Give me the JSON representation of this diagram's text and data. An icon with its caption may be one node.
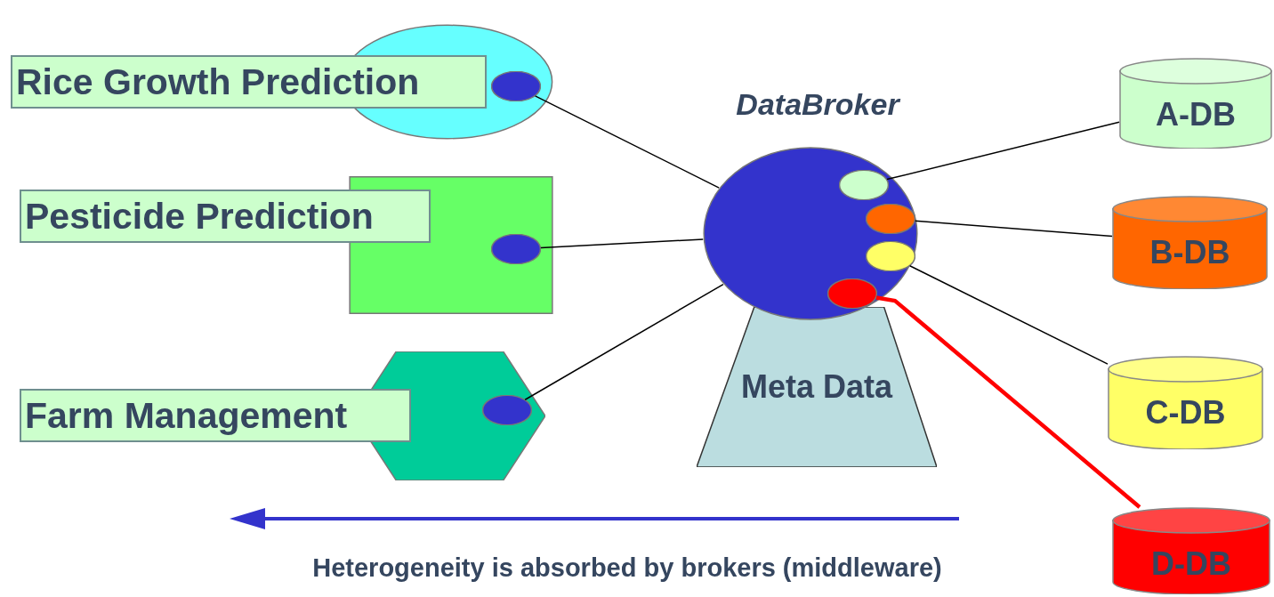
{
  "diagram": {
    "caption": "Heterogeneity is absorbed by brokers (middleware)",
    "nodes": [
      {
        "text": [
          "Rice Growth Prediction"
        ]
      },
      {
        "text": [],
        "shape": "circle"
      },
      {
        "text": [],
        "shape": "circle",
        "in": 1
      },
      {
        "text": [
          "Pesticide Prediction"
        ]
      },
      {
        "text": [],
        "shape": "box"
      },
      {
        "text": [],
        "shape": "circle",
        "in": 4
      },
      {
        "text": [
          "Farm Management"
        ]
      },
      {
        "text": [],
        "shape": "hexagon"
      },
      {
        "text": [],
        "shape": "circle",
        "in": 7
      },
      {
        "text": [
          "DataBroker"
        ]
      },
      {
        "text": [],
        "shape": "circle",
        "in": 9
      },
      {
        "text": [],
        "shape": "circle",
        "in": 9
      },
      {
        "text": [],
        "shape": "circle",
        "in": 9
      },
      {
        "text": [],
        "shape": "circle",
        "in": 9
      },
      {
        "text": [
          "Meta Data"
        ]
      },
      {
        "text": [
          "A-DB"
        ]
      },
      {
        "text": [
          "B-DB"
        ]
      },
      {
        "text": [
          "C-DB"
        ]
      },
      {
        "text": [
          "D-DB"
        ]
      }
    ],
    "edges": [
      {
        "from": 2,
        "to": 9,
        "arrow": "none"
      },
      {
        "from": 5,
        "to": 9,
        "arrow": "none"
      },
      {
        "from": 8,
        "to": 9,
        "arrow": "none"
      },
      {
        "from": 10,
        "to": 15,
        "arrow": "none"
      },
      {
        "from": 11,
        "to": 16,
        "arrow": "none"
      },
      {
        "from": 12,
        "to": 17,
        "arrow": "none"
      },
      {
        "from": 13,
        "to": 18,
        "arrow": "none",
        "style": "thick",
        "color": "#ff0000"
      }
    ]
  }
}
